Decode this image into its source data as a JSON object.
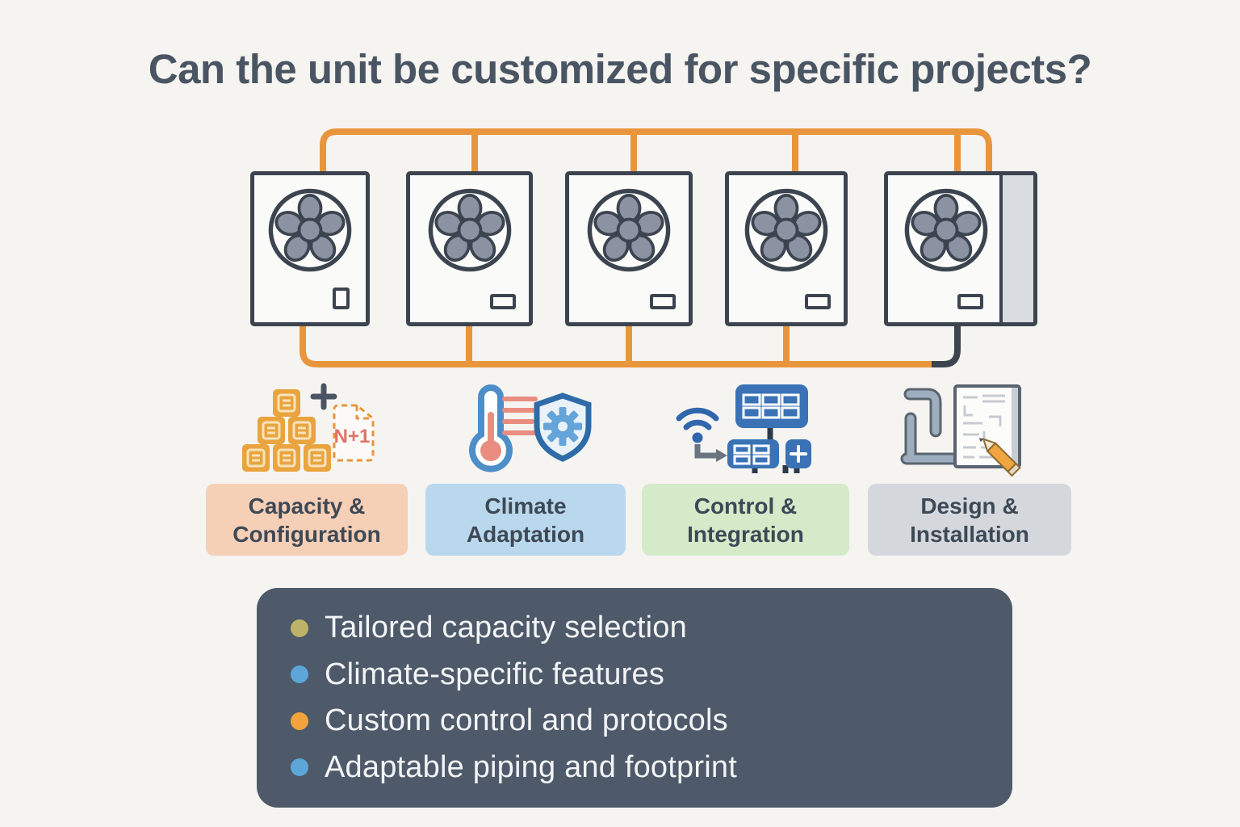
{
  "title": "Can the unit be customized for specific projects?",
  "diagram": {
    "description": "Five modular outdoor HVAC units connected by refrigerant piping bus lines",
    "unit_count": 5,
    "last_unit_has_side_panel": true,
    "piping_color": "#e8953c",
    "unit_outline_color": "#3c4450",
    "fan_blade_color": "#8b93a3"
  },
  "categories": [
    {
      "label": "Capacity & Configuration",
      "icon": "capacity-blocks-n-plus-1-icon",
      "bg_color": "#f6cfb7",
      "doc_text": "N+1"
    },
    {
      "label": "Climate Adaptation",
      "icon": "thermometer-shield-gear-icon",
      "bg_color": "#bad8ed"
    },
    {
      "label": "Control & Integration",
      "icon": "wifi-control-panels-icon",
      "bg_color": "#d5eac9"
    },
    {
      "label": "Design & Installation",
      "icon": "piping-blueprint-pencil-icon",
      "bg_color": "#d4d8dd"
    }
  ],
  "summary": {
    "panel_color": "#4e5969",
    "bullets": [
      {
        "text": "Tailored capacity selection",
        "dot_color": "#bdb469"
      },
      {
        "text": "Climate-specific features",
        "dot_color": "#5ca7d8"
      },
      {
        "text": "Custom control and protocols",
        "dot_color": "#f2a33c"
      },
      {
        "text": "Adaptable piping and footprint",
        "dot_color": "#5ca7d8"
      }
    ]
  },
  "colors": {
    "background": "#f5f4f1",
    "title_text": "#4a5563",
    "label_text": "#3e4956",
    "bullet_text": "#f2f4f6"
  }
}
